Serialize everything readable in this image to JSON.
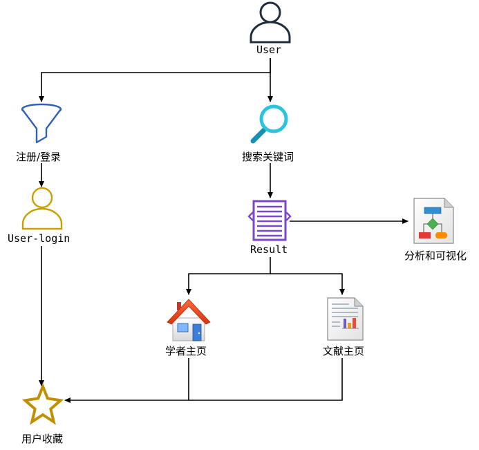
{
  "nodes": {
    "user": "User",
    "register": "注册/登录",
    "search": "搜索关键词",
    "user_login": "User-login",
    "result": "Result",
    "analysis": "分析和可视化",
    "scholar_home": "学者主页",
    "paper_home": "文献主页",
    "favorites": "用户收藏"
  },
  "icons": {
    "user": "person-icon",
    "register": "funnel-icon",
    "search": "magnifier-icon",
    "user_login": "person-icon",
    "result": "document-list-icon",
    "analysis": "flowchart-document-icon",
    "scholar_home": "house-icon",
    "paper_home": "report-document-icon",
    "favorites": "star-icon"
  },
  "colors": {
    "user_outline": "#1f2d3d",
    "funnel": "#2e62b8",
    "magnifier": "#2bc4e0",
    "login_person": "#c9a000",
    "result_doc": "#7b47c9",
    "star": "#c09000",
    "connector": "#000000"
  }
}
